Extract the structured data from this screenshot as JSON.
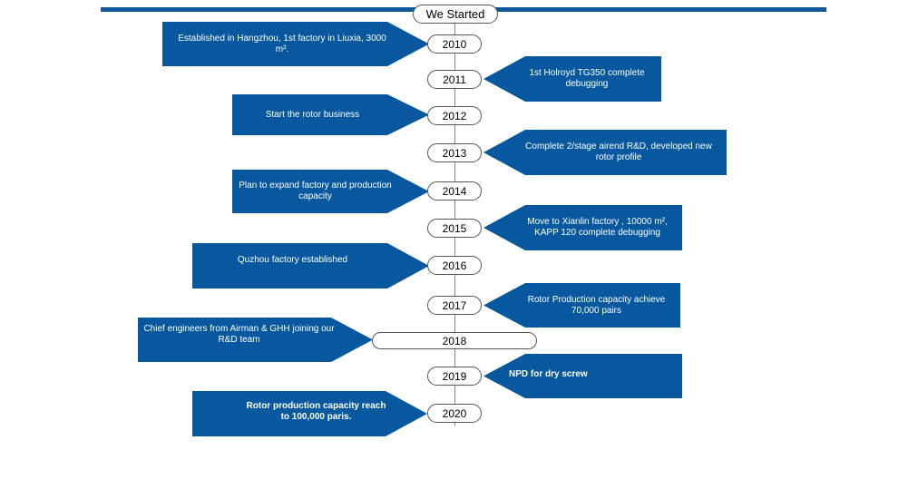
{
  "header": {
    "title": "We Started"
  },
  "milestones": [
    {
      "year": "2010",
      "text": "Established in Hangzhou, 1st factory in Liuxia, 3000 m²."
    },
    {
      "year": "2011",
      "text": "1st Holroyd TG350 complete debugging"
    },
    {
      "year": "2012",
      "text": "Start the rotor business"
    },
    {
      "year": "2013",
      "text": "Complete 2/stage airend R&D, developed new rotor profile"
    },
    {
      "year": "2014",
      "text": "Plan to expand factory and production capacity"
    },
    {
      "year": "2015",
      "text": "Move to Xianlin factory , 10000 m², KAPP 120 complete debugging"
    },
    {
      "year": "2016",
      "text": "Quzhou factory established"
    },
    {
      "year": "2017",
      "text": "Rotor Production capacity achieve 70,000 pairs"
    },
    {
      "year": "2018",
      "text": "Chief engineers from Airman & GHH joining our R&D team"
    },
    {
      "year": "2019",
      "text": "NPD for dry screw"
    },
    {
      "year": "2020",
      "text": "Rotor production capacity reach to 100,000 paris."
    }
  ],
  "colors": {
    "accent": "#07589f",
    "line": "#0f5796"
  }
}
